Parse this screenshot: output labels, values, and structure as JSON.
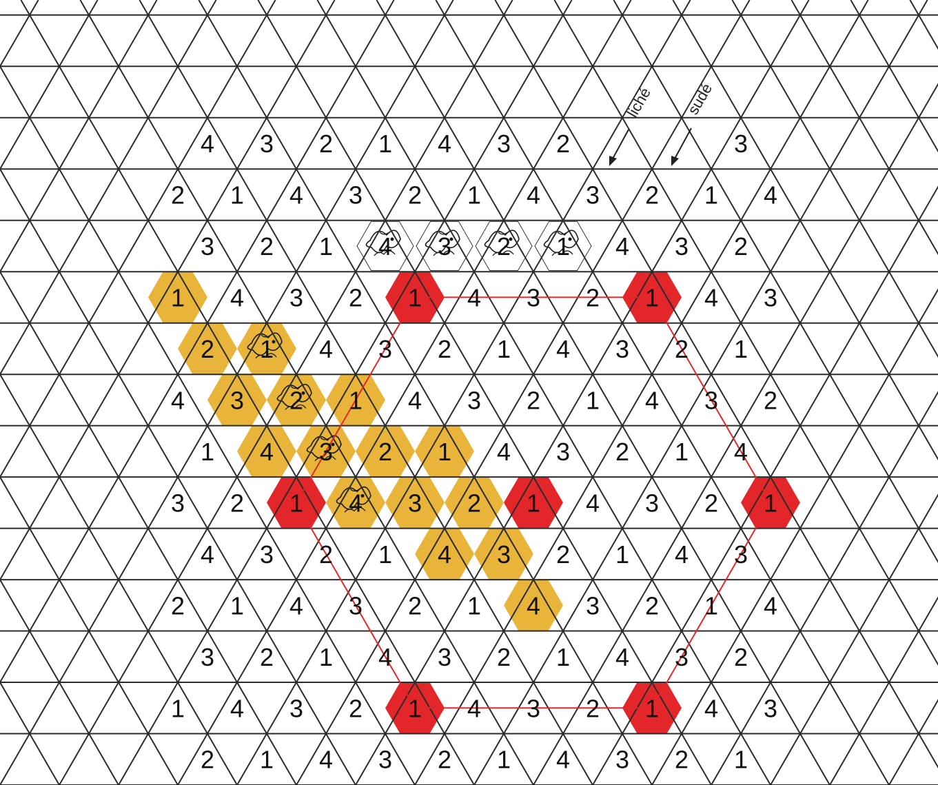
{
  "colors": {
    "background": "#ffffff",
    "grid_line": "#2b2b2b",
    "highlight_red": "#e3262a",
    "highlight_gold": "#e8b53a",
    "outline_red": "#e3262a",
    "text": "#111111"
  },
  "labels": {
    "liche": "liché",
    "sude": "sudé"
  },
  "rows": [
    {
      "cells": [
        {
          "v": "4"
        },
        {
          "v": "3"
        },
        {
          "v": "2"
        },
        {
          "v": "1"
        },
        {
          "v": "4"
        },
        {
          "v": "3"
        },
        {
          "v": "2"
        },
        {
          "v": ""
        },
        {
          "v": ""
        },
        {
          "v": "3"
        }
      ]
    },
    {
      "cells": [
        {
          "v": "2"
        },
        {
          "v": "1"
        },
        {
          "v": "4"
        },
        {
          "v": "3"
        },
        {
          "v": "2"
        },
        {
          "v": "1"
        },
        {
          "v": "4"
        },
        {
          "v": "3"
        },
        {
          "v": "2"
        },
        {
          "v": "1"
        },
        {
          "v": "4"
        }
      ]
    },
    {
      "cells": [
        {
          "v": "3"
        },
        {
          "v": "2"
        },
        {
          "v": "1"
        },
        {
          "v": "4",
          "m": "motif"
        },
        {
          "v": "3",
          "m": "motif"
        },
        {
          "v": "2",
          "m": "motif"
        },
        {
          "v": "1",
          "m": "motif"
        },
        {
          "v": "4"
        },
        {
          "v": "3"
        },
        {
          "v": "2"
        }
      ]
    },
    {
      "cells": [
        {
          "v": "1",
          "m": "gold"
        },
        {
          "v": "4"
        },
        {
          "v": "3"
        },
        {
          "v": "2"
        },
        {
          "v": "1",
          "m": "red"
        },
        {
          "v": "4"
        },
        {
          "v": "3"
        },
        {
          "v": "2"
        },
        {
          "v": "1",
          "m": "red"
        },
        {
          "v": "4"
        },
        {
          "v": "3"
        }
      ]
    },
    {
      "cells": [
        {
          "v": "2",
          "m": "gold"
        },
        {
          "v": "1",
          "m": "goldmotif"
        },
        {
          "v": "4"
        },
        {
          "v": "3"
        },
        {
          "v": "2"
        },
        {
          "v": "1"
        },
        {
          "v": "4"
        },
        {
          "v": "3"
        },
        {
          "v": "2"
        },
        {
          "v": "1"
        }
      ]
    },
    {
      "cells": [
        {
          "v": "4"
        },
        {
          "v": "3",
          "m": "gold"
        },
        {
          "v": "2",
          "m": "goldmotif"
        },
        {
          "v": "1",
          "m": "gold"
        },
        {
          "v": "4"
        },
        {
          "v": "3"
        },
        {
          "v": "2"
        },
        {
          "v": "1"
        },
        {
          "v": "4"
        },
        {
          "v": "3"
        },
        {
          "v": "2"
        }
      ]
    },
    {
      "cells": [
        {
          "v": "1"
        },
        {
          "v": "4",
          "m": "gold"
        },
        {
          "v": "3",
          "m": "goldmotif"
        },
        {
          "v": "2",
          "m": "gold"
        },
        {
          "v": "1",
          "m": "gold"
        },
        {
          "v": "4"
        },
        {
          "v": "3"
        },
        {
          "v": "2"
        },
        {
          "v": "1"
        },
        {
          "v": "4"
        }
      ]
    },
    {
      "cells": [
        {
          "v": "3"
        },
        {
          "v": "2"
        },
        {
          "v": "1",
          "m": "red"
        },
        {
          "v": "4",
          "m": "goldmotif"
        },
        {
          "v": "3",
          "m": "gold"
        },
        {
          "v": "2",
          "m": "gold"
        },
        {
          "v": "1",
          "m": "red"
        },
        {
          "v": "4"
        },
        {
          "v": "3"
        },
        {
          "v": "2"
        },
        {
          "v": "1",
          "m": "red"
        }
      ]
    },
    {
      "cells": [
        {
          "v": "4"
        },
        {
          "v": "3"
        },
        {
          "v": "2"
        },
        {
          "v": "1"
        },
        {
          "v": "4",
          "m": "gold"
        },
        {
          "v": "3",
          "m": "gold"
        },
        {
          "v": "2"
        },
        {
          "v": "1"
        },
        {
          "v": "4"
        },
        {
          "v": "3"
        }
      ]
    },
    {
      "cells": [
        {
          "v": "2"
        },
        {
          "v": "1"
        },
        {
          "v": "4"
        },
        {
          "v": "3"
        },
        {
          "v": "2"
        },
        {
          "v": "1"
        },
        {
          "v": "4",
          "m": "gold"
        },
        {
          "v": "3"
        },
        {
          "v": "2"
        },
        {
          "v": "1"
        },
        {
          "v": "4"
        }
      ]
    },
    {
      "cells": [
        {
          "v": "3"
        },
        {
          "v": "2"
        },
        {
          "v": "1"
        },
        {
          "v": "4"
        },
        {
          "v": "3"
        },
        {
          "v": "2"
        },
        {
          "v": "1"
        },
        {
          "v": "4"
        },
        {
          "v": "3"
        },
        {
          "v": "2"
        }
      ]
    },
    {
      "cells": [
        {
          "v": "1"
        },
        {
          "v": "4"
        },
        {
          "v": "3"
        },
        {
          "v": "2"
        },
        {
          "v": "1",
          "m": "red"
        },
        {
          "v": "4"
        },
        {
          "v": "3"
        },
        {
          "v": "2"
        },
        {
          "v": "1",
          "m": "red"
        },
        {
          "v": "4"
        },
        {
          "v": "3"
        }
      ]
    },
    {
      "cells": [
        {
          "v": "2"
        },
        {
          "v": "1"
        },
        {
          "v": "4"
        },
        {
          "v": "3"
        },
        {
          "v": "2"
        },
        {
          "v": "1"
        },
        {
          "v": "4"
        },
        {
          "v": "3"
        },
        {
          "v": "2"
        },
        {
          "v": "1"
        }
      ]
    }
  ]
}
